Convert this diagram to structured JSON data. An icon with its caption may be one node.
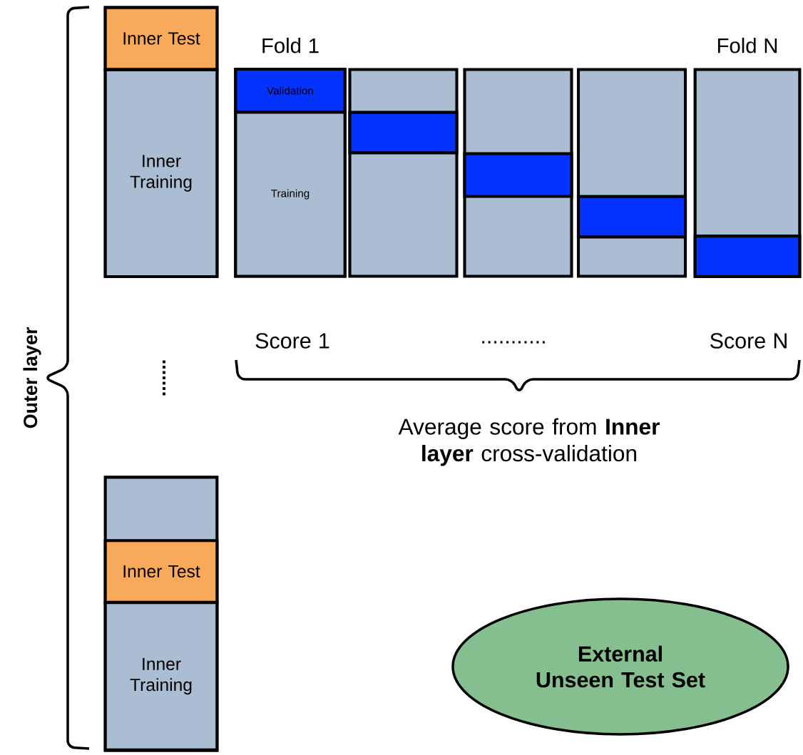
{
  "diagram": {
    "nodes": [
      {
        "text": [],
        "shape": "box"
      },
      {
        "text": [
          "Inner Test"
        ],
        "in": 0
      },
      {
        "text": [
          "Inner Training"
        ],
        "in": 0
      },
      {
        "text": [
          "Fold 1"
        ]
      },
      {
        "text": [
          "Validation"
        ],
        "in": 3
      },
      {
        "text": [
          "Training"
        ],
        "in": 3
      },
      {
        "text": [],
        "shape": "box"
      },
      {
        "text": [],
        "shape": "box",
        "in": 6
      },
      {
        "text": [],
        "shape": "box"
      },
      {
        "text": [],
        "shape": "box",
        "in": 8
      },
      {
        "text": [],
        "shape": "box"
      },
      {
        "text": [],
        "shape": "box",
        "in": 10
      },
      {
        "text": [
          "Fold N"
        ]
      },
      {
        "text": [],
        "shape": "box",
        "in": 12
      },
      {
        "text": [],
        "shape": "box"
      },
      {
        "text": [
          "Inner Test"
        ],
        "in": 14
      },
      {
        "text": [
          "Inner Training"
        ],
        "in": 14
      },
      {
        "text": [
          "External Unseen Test Set"
        ]
      }
    ],
    "edges": [],
    "labels": [
      "Outer layer",
      ".......",
      "Score 1",
      "...........",
      "Score N",
      "Average score from **Inner layer** cross-validation"
    ]
  }
}
